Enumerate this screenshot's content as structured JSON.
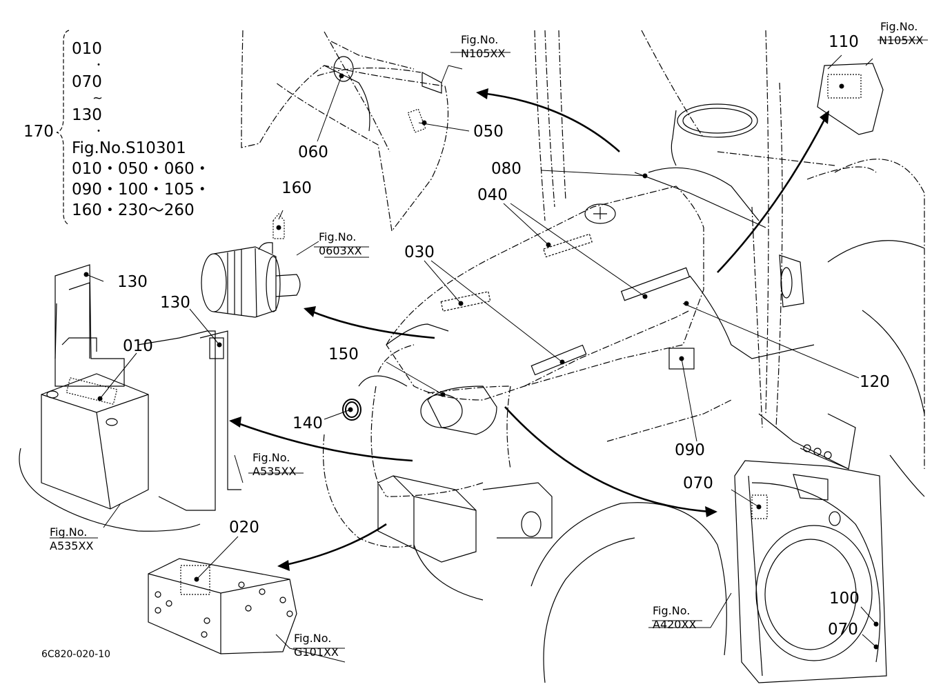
{
  "legend": {
    "group_label": "170",
    "lines": [
      "010",
      "・",
      "070",
      "~",
      "130",
      "・",
      "Fig.No.S10301",
      "010・050・060・",
      "090・100・105・",
      "160・230～260"
    ]
  },
  "parts": {
    "p010": "010",
    "p020": "020",
    "p030": "030",
    "p040": "040",
    "p050": "050",
    "p060": "060",
    "p070a": "070",
    "p070b": "070",
    "p080": "080",
    "p090": "090",
    "p100": "100",
    "p110": "110",
    "p120": "120",
    "p130a": "130",
    "p130b": "130",
    "p140": "140",
    "p150": "150",
    "p160": "160"
  },
  "figrefs": {
    "hood": {
      "label": "Fig.No.",
      "code": "N105XX"
    },
    "cabin": {
      "label": "Fig.No.",
      "code": "N105XX"
    },
    "aircleaner": {
      "label": "Fig.No.",
      "code": "0603XX"
    },
    "bracket": {
      "label": "Fig.No.",
      "code": "A535XX"
    },
    "battery": {
      "label": "Fig.No.",
      "code": "A535XX"
    },
    "frame": {
      "label": "Fig.No.",
      "code": "G101XX"
    },
    "grille": {
      "label": "Fig.No.",
      "code": "A420XX"
    }
  },
  "drawing_code": "6C820-020-10"
}
